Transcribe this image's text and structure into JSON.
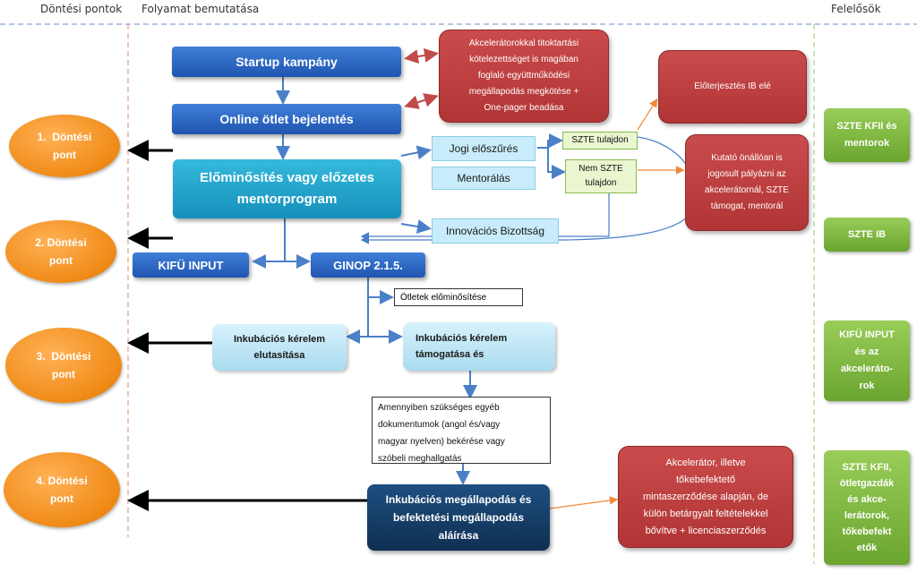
{
  "header": {
    "col_decision": "Döntési pontok",
    "col_process": "Folyamat bemutatása",
    "col_responsible": "Felelősök"
  },
  "decisions": [
    {
      "num": "1.",
      "label": "Döntési",
      "label2": "pont"
    },
    {
      "num": "2.",
      "label": "Döntési",
      "label2": "pont"
    },
    {
      "num": "3.",
      "label": "Döntési",
      "label2": "pont"
    },
    {
      "num": "4.",
      "label": "Döntési",
      "label2": "pont"
    }
  ],
  "process": {
    "startup": "Startup kampány",
    "online": "Online ötlet bejelentés",
    "preq_line1": "Előminősítés vagy előzetes",
    "preq_line2": "mentorprogram",
    "kifu": "KIFÜ INPUT",
    "ginop": "GINOP 2.1.5.",
    "jogi": "Jogi előszűrés",
    "mentor": "Mentorálás",
    "ib": "Innovációs Bizottság",
    "szte_tul": "SZTE tulajdon",
    "nem_szte_1": "Nem SZTE",
    "nem_szte_2": "tulajdon",
    "otletek": "Ötletek előminősítése",
    "reject_1": "Inkubációs kérelem",
    "reject_2": "elutasítása",
    "support_1": "Inkubációs kérelem",
    "support_2": "támogatása és",
    "docs_lines": [
      "Amennyiben szükséges egyéb",
      "dokumentumok (angol és/vagy",
      "magyar nyelven) bekérése vagy",
      "szóbeli meghallgatás"
    ],
    "final_lines": [
      "Inkubációs megállapodás és",
      "befektetési megállapodás",
      "aláírása"
    ]
  },
  "notes": {
    "accel_lines": [
      "Akcelerátorokkal titoktartási",
      "kötelezettséget is magában",
      "foglaló együttműködési",
      "megállapodás megkötése +",
      "One-pager beadása"
    ],
    "ib_front": "Előterjesztés IB elé",
    "researcher_lines": [
      "Kutató önállóan is",
      "jogosult pályázni az",
      "akcelerátornál, SZTE",
      "támogat, mentorál"
    ],
    "investor_lines": [
      "Akcelerátor, illetve",
      "tőkebefektető",
      "mintaszerződése alapján, de",
      "külön betárgyalt feltételekkel",
      "bővítve + licenciaszerződés"
    ]
  },
  "responsible": [
    {
      "lines": [
        "SZTE KFII és",
        "mentorok"
      ]
    },
    {
      "lines": [
        "SZTE IB"
      ]
    },
    {
      "lines": [
        "KIFÜ INPUT",
        "és az",
        "akcelerátо-",
        "rok"
      ]
    },
    {
      "lines": [
        "SZTE KFII,",
        "ötletgazdák",
        "és akce-",
        "lerátorok,",
        "tőkebefekt",
        "etők"
      ]
    }
  ],
  "colors": {
    "process_blue": "#2a66c4",
    "preq_teal": "#1fa4cc",
    "final_navy": "#173f69",
    "note_red": "#bf4040",
    "responsible_green": "#7fb842",
    "decision_orange": "#f39a2c"
  }
}
